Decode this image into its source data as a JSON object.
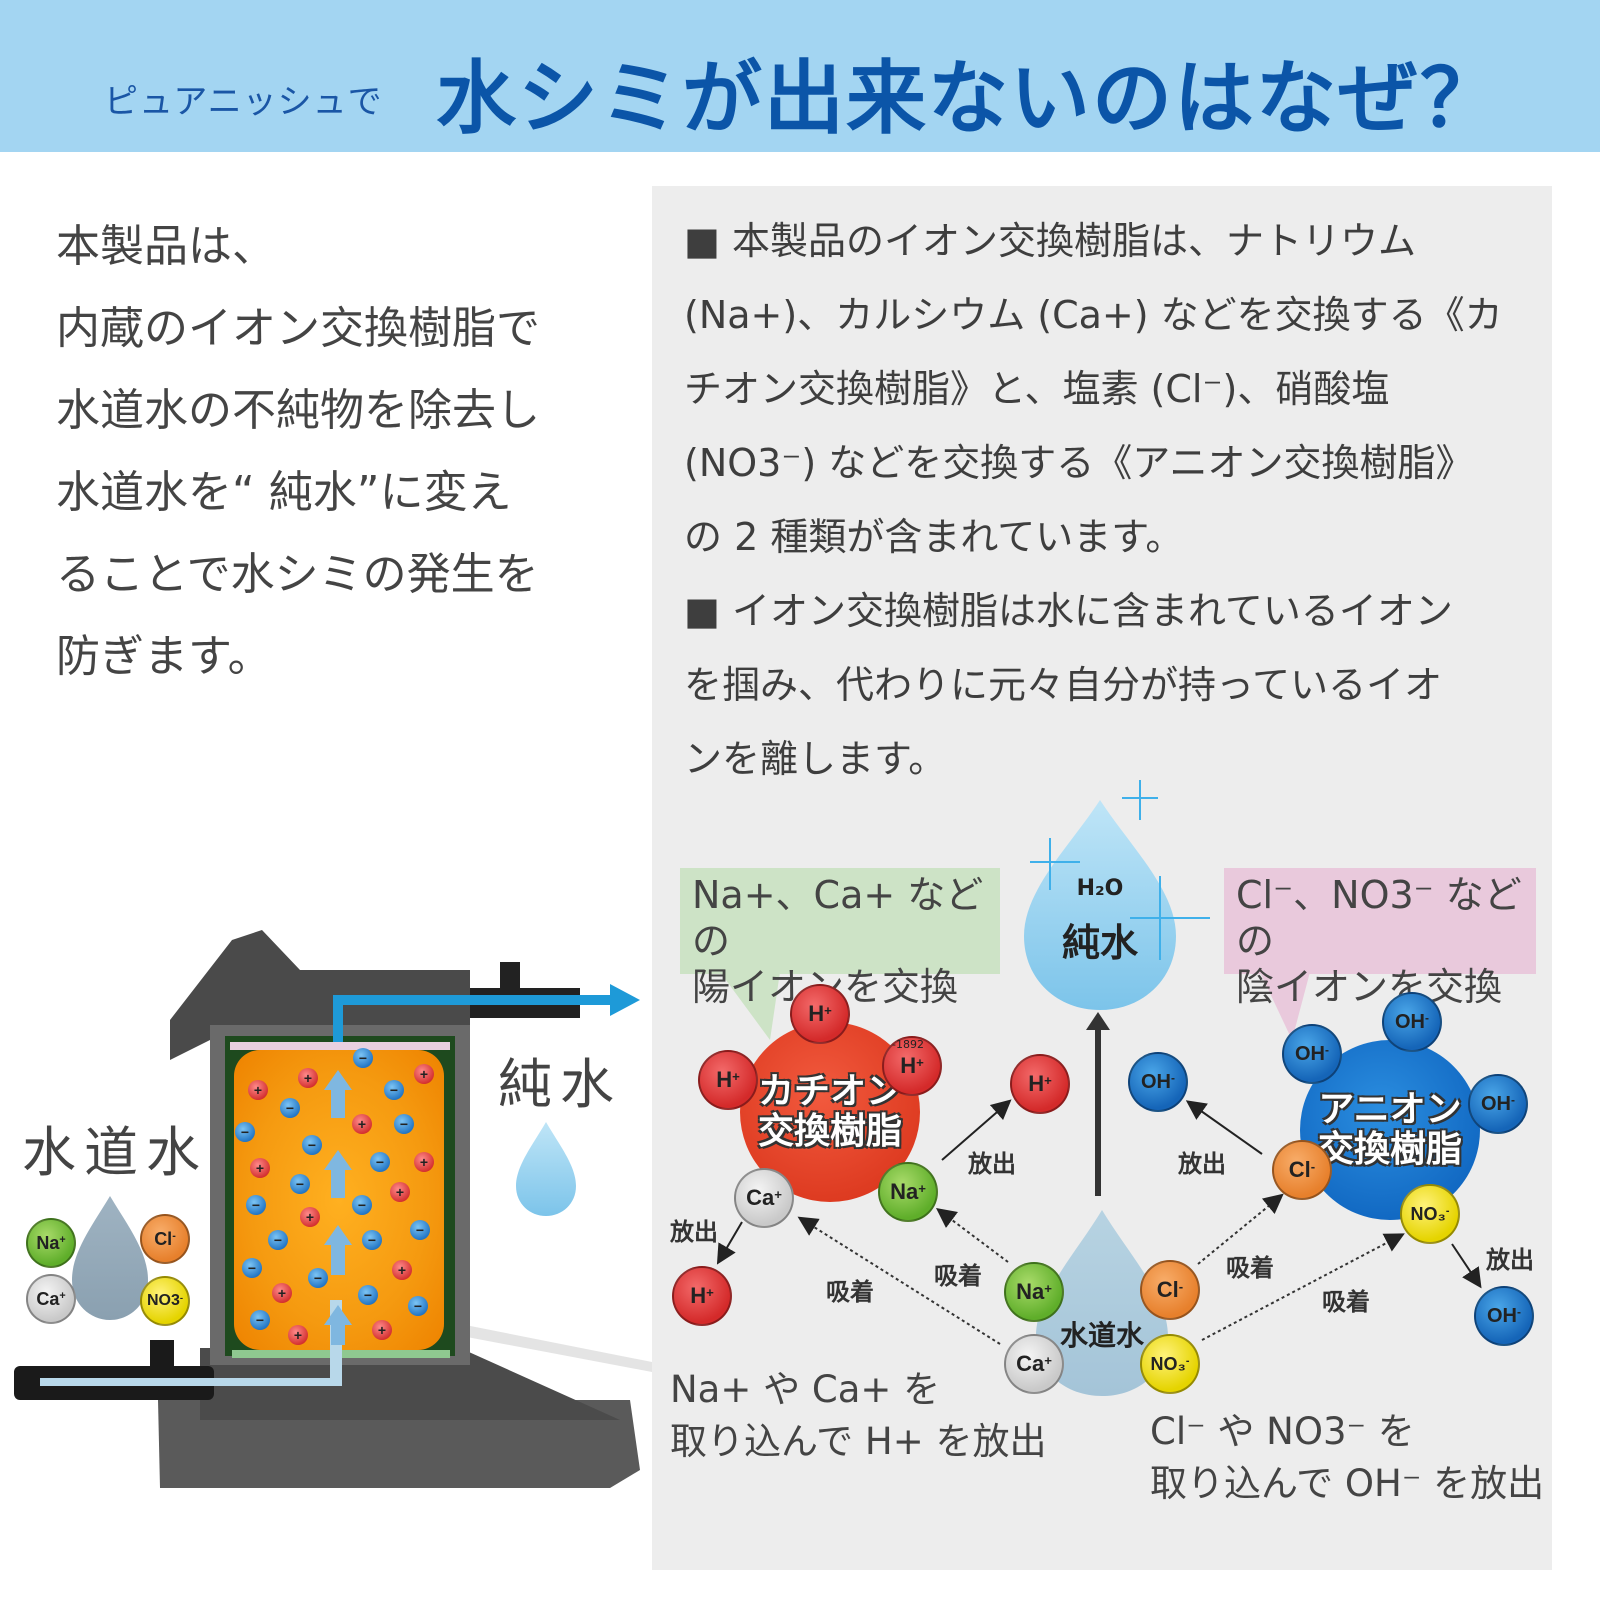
{
  "header": {
    "subtitle": "ピュアニッシュで",
    "title": "水シミが出来ないのはなぜ？",
    "bg_color": "#a3d5f2",
    "text_color": "#0b55a8"
  },
  "lead": {
    "lines": [
      "本製品は、",
      "内蔵のイオン交換樹脂で",
      "水道水の不純物を除去し",
      "水道水を“ 純水”に変え",
      "ることで水シミの発生を",
      "防ぎます。"
    ]
  },
  "description": {
    "lines": [
      "■ 本製品のイオン交換樹脂は、ナトリウム",
      "(Na+)、カルシウム (Ca+) などを交換する《カ",
      "チオン交換樹脂》と、塩素 (Cl⁻)、硝酸塩",
      "(NO3⁻) などを交換する《アニオン交換樹脂》",
      "の 2 種類が含まれています。",
      "■ イオン交換樹脂は水に含まれているイオン",
      "を掴み、代わりに元々自分が持っているイオ",
      "ンを離します。"
    ]
  },
  "device": {
    "tap_water_label": "水道水",
    "pure_water_label": "純水",
    "tap_ions": [
      {
        "symbol": "Na",
        "charge": "+",
        "color": "#5fae2a"
      },
      {
        "symbol": "Cl",
        "charge": "-",
        "color": "#e7802c"
      },
      {
        "symbol": "Ca",
        "charge": "+",
        "color": "#c9c9c9"
      },
      {
        "symbol": "NO3",
        "charge": "-",
        "color": "#e5d400"
      }
    ]
  },
  "diagram": {
    "cation_callout": [
      "Na+、Ca+ などの",
      "陽イオンを交換"
    ],
    "anion_callout": [
      "Cl⁻、NO3⁻ などの",
      "陰イオンを交換"
    ],
    "cation_resin": [
      "カチオン",
      "交換樹脂"
    ],
    "anion_resin": [
      "アニオン",
      "交換樹脂"
    ],
    "pure_drop": {
      "formula": "H₂O",
      "label": "純水"
    },
    "tap_drop": {
      "label": "水道水"
    },
    "release_label": "放出",
    "adsorb_label": "吸着",
    "stray_code": "-1892",
    "ions": {
      "h": "H",
      "h_charge": "+",
      "oh": "OH",
      "oh_charge": "-",
      "na": "Na",
      "na_charge": "+",
      "ca": "Ca",
      "ca_charge": "+",
      "cl": "Cl",
      "cl_charge": "-",
      "no3": "NO₃",
      "no3_charge": "-"
    },
    "cation_note": [
      "Na+ や Ca+ を",
      "取り込んで H+ を放出"
    ],
    "anion_note": [
      "Cl⁻ や NO3⁻ を",
      "取り込んで OH⁻ を放出"
    ]
  },
  "colors": {
    "panel_bg": "#ededed",
    "cation_red": "#dd3a20",
    "anion_blue": "#1168c2",
    "callout_green": "#cde3c6",
    "callout_pink": "#e9c9dc",
    "flow_arrow": "#1e9ad8"
  }
}
